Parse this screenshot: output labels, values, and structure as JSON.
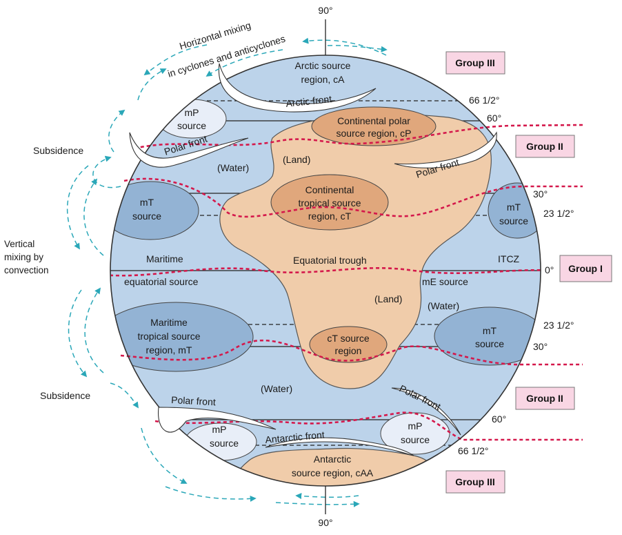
{
  "axis": {
    "top_90": "90°",
    "bottom_90": "90°"
  },
  "latitudes": {
    "lat_66n": "66 1/2°",
    "lat_60n": "60°",
    "lat_30n": "30°",
    "lat_23n": "23 1/2°",
    "lat_0": "0°",
    "lat_23s": "23 1/2°",
    "lat_30s": "30°",
    "lat_60s": "60°",
    "lat_66s": "66 1/2°"
  },
  "groups": {
    "g3_top": "Group III",
    "g2_top": "Group II",
    "g1": "Group I",
    "g2_bottom": "Group II",
    "g3_bottom": "Group III"
  },
  "circulation": {
    "horizontal_l1": "Horizontal mixing",
    "horizontal_l2": "in cyclones and anticyclones",
    "subsidence_top": "Subsidence",
    "vertical_l1": "Vertical",
    "vertical_l2": "mixing by",
    "vertical_l3": "convection",
    "subsidence_bottom": "Subsidence"
  },
  "regions": {
    "arctic_l1": "Arctic source",
    "arctic_l2": "region, cA",
    "arctic_front": "Arctic front",
    "mp_nw_l1": "mP",
    "mp_nw_l2": "source",
    "polar_front_nw": "Polar front",
    "cp_l1": "Continental polar",
    "cp_l2": "source region, cP",
    "polar_front_ne": "Polar front",
    "water_n": "(Water)",
    "land_n": "(Land)",
    "mt_nw_l1": "mT",
    "mt_nw_l2": "source",
    "ct_l1": "Continental",
    "ct_l2": "tropical source",
    "ct_l3": "region, cT",
    "mt_ne_l1": "mT",
    "mt_ne_l2": "source",
    "maritime": "Maritime",
    "eq_trough": "Equatorial trough",
    "itcz": "ITCZ",
    "eq_source": "equatorial source",
    "me_source": "mE source",
    "land_s": "(Land)",
    "water_s_right": "(Water)",
    "mt_sw_l1": "Maritime",
    "mt_sw_l2": "tropical source",
    "mt_sw_l3": "region, mT",
    "ct_s_l1": "cT source",
    "ct_s_l2": "region",
    "mt_se_l1": "mT",
    "mt_se_l2": "source",
    "water_s": "(Water)",
    "polar_front_sw": "Polar front",
    "polar_front_se": "Polar front",
    "mp_sw_l1": "mP",
    "mp_sw_l2": "source",
    "mp_se_l1": "mP",
    "mp_se_l2": "source",
    "antarctic_front": "Antarctic front",
    "antarctic_l1": "Antarctic",
    "antarctic_l2": "source region, cAA"
  }
}
